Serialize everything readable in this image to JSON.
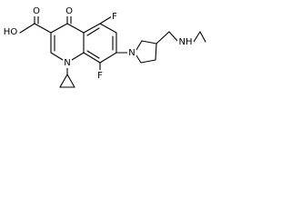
{
  "molecule": {
    "labels": {
      "hydroxyl": "HO",
      "carbonyl_o_acid": "O",
      "ketone_o": "O",
      "fluorine_6": "F",
      "fluorine_8": "F",
      "n1": "N",
      "n_pyrrolidine": "N",
      "n_amine": "NH"
    }
  }
}
